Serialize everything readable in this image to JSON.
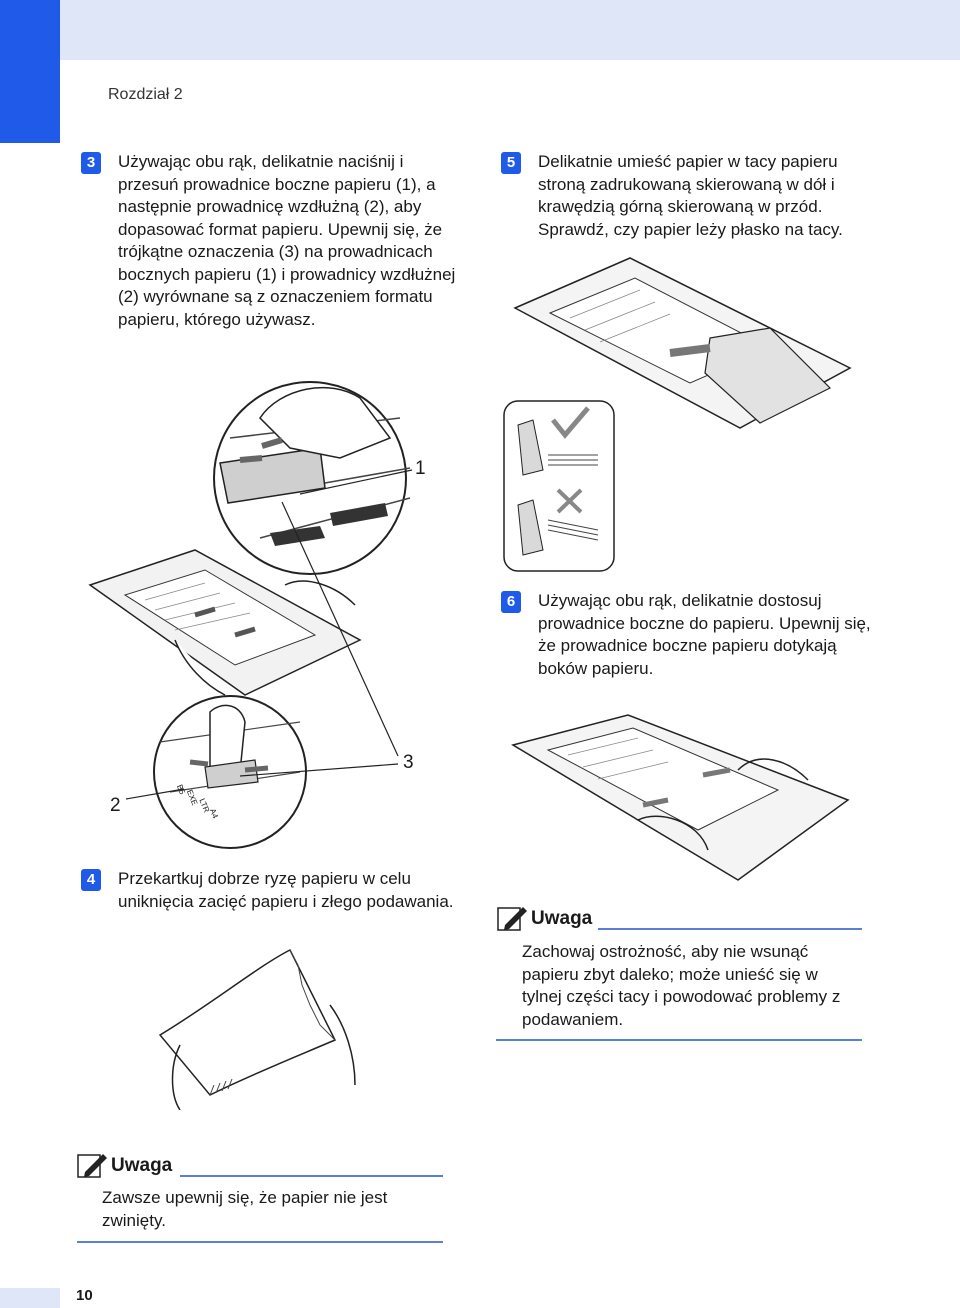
{
  "header": {
    "chapter": "Rozdział 2"
  },
  "steps": [
    {
      "num": "3",
      "text": "Używając obu rąk, delikatnie naciśnij i przesuń prowadnice boczne papieru (1), a następnie prowadnicę wzdłużną (2), aby dopasować format papieru. Upewnij się, że trójkątne oznaczenia (3) na prowadnicach bocznych papieru (1) i prowadnicy wzdłużnej (2) wyrównane są z oznaczeniem formatu papieru, którego używasz."
    },
    {
      "num": "4",
      "text": "Przekartkuj dobrze ryzę papieru w celu uniknięcia zacięć papieru i złego podawania."
    },
    {
      "num": "5",
      "text": "Delikatnie umieść papier w tacy papieru stroną zadrukowaną skierowaną w dół i krawędzią górną skierowaną w przód. Sprawdź, czy papier leży płasko na tacy."
    },
    {
      "num": "6",
      "text": "Używając obu rąk, delikatnie dostosuj prowadnice boczne do papieru. Upewnij się, że prowadnice boczne papieru dotykają boków papieru."
    }
  ],
  "callouts": {
    "c1": "1",
    "c2": "2",
    "c3": "3"
  },
  "tray_marks": {
    "m1": "B5",
    "m2": "EXE",
    "m3": "LTR",
    "m4": "A4"
  },
  "notes": [
    {
      "title": "Uwaga",
      "text": "Zachowaj ostrożność, aby nie wsunąć papieru zbyt daleko; może unieść się w tylnej części tacy i powodować problemy z podawaniem."
    },
    {
      "title": "Uwaga",
      "text": "Zawsze upewnij się, że papier nie jest zwinięty."
    }
  ],
  "footer": {
    "page_number": "10"
  },
  "colors": {
    "accent": "#1f5ae8",
    "band": "#dfe6f8",
    "rule": "#5b7fd9"
  }
}
